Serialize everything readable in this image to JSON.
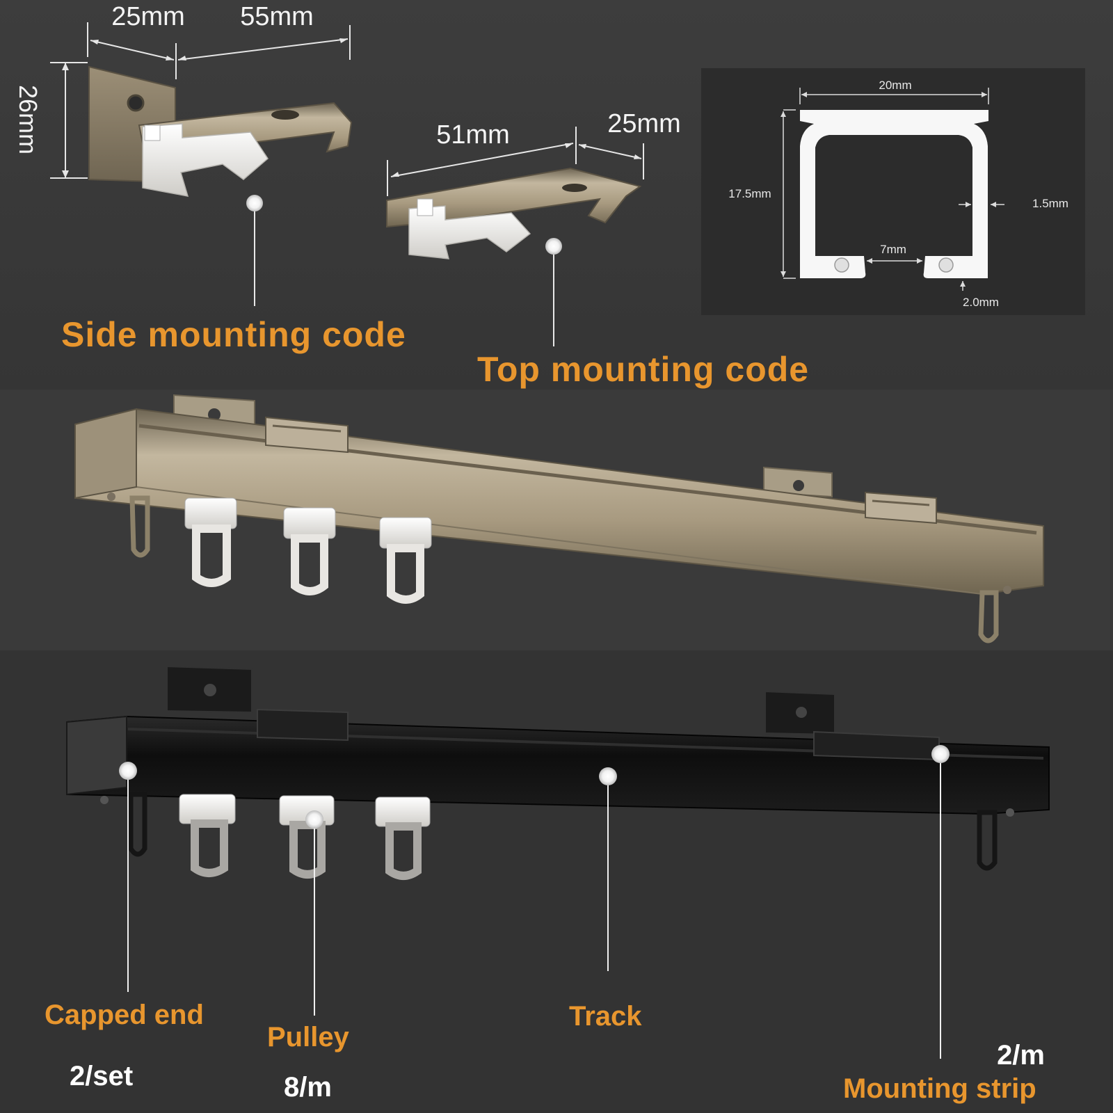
{
  "side_mount": {
    "label": "Side mounting code",
    "dim_width_a": "25mm",
    "dim_width_b": "55mm",
    "dim_height": "26mm"
  },
  "top_mount": {
    "label": "Top mounting code",
    "dim_length": "51mm",
    "dim_width": "25mm"
  },
  "profile": {
    "width": "20mm",
    "height": "17.5mm",
    "wall": "1.5mm",
    "gap": "7mm",
    "lip": "2.0mm"
  },
  "parts": {
    "capped_end": {
      "label": "Capped end",
      "qty": "2/set"
    },
    "pulley": {
      "label": "Pulley",
      "qty": "8/m"
    },
    "track": {
      "label": "Track"
    },
    "mounting_strip": {
      "label": "Mounting strip",
      "qty": "2/m"
    }
  },
  "colors": {
    "background": "#3b3b3b",
    "accent_label": "#e8962e",
    "champagne_track": "#b3a58c",
    "black_track": "#141414",
    "pulley_white": "#eceae6"
  }
}
